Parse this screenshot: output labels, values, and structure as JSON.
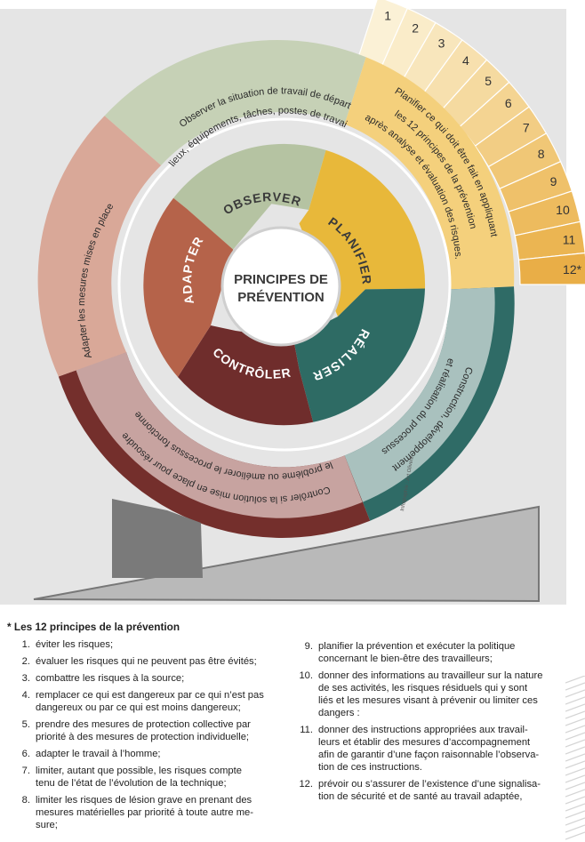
{
  "diagram": {
    "center_lines": [
      "PRINCIPES DE",
      "PRÉVENTION"
    ],
    "inner_segments": {
      "observer": "OBSERVER",
      "planifier": "PLANIFIER",
      "realiser": "RÉALISER",
      "controler": "CONTRÔLER",
      "adapter": "ADAPTER"
    },
    "outer_segments": {
      "observer_l1": "Observer la situation de travail de départ",
      "observer_l2": "(lieux, équipements, tâches, postes de travail, ...).",
      "planifier_l1": "Planifier ce qui doit être fait en appliquant",
      "planifier_l2": "les 12 principes de la prévention",
      "planifier_l3": "après analyse et évaluation des risques.",
      "realiser_l1": "Construction, développement",
      "realiser_l2": "et réalisation du processus",
      "controler_l1": "Contrôler si la solution mise en place pour résoudre",
      "controler_l2": "le problème ou améliorer le processus fonctionne",
      "adapter_l1": "Adapter les mesures mises en place"
    },
    "fan_numbers": [
      "1",
      "2",
      "3",
      "4",
      "5",
      "6",
      "7",
      "8",
      "9",
      "10",
      "11",
      "12*"
    ],
    "credit": "Infographie : Art Olivetti",
    "colors": {
      "observer": "#b5c3a2",
      "planifier": "#e8b83a",
      "realiser": "#2e6b64",
      "controler": "#6f2d2c",
      "adapter": "#b5634a",
      "ring_observer": "#c6d1b6",
      "ring_planifier": "#f4d07c",
      "ring_realiser_light": "#a9c1be",
      "ring_realiser_dark": "#2f6b66",
      "ring_controler_light": "#c7a3a0",
      "ring_controler_dark": "#742f2c",
      "ring_adapter": "#d9a898",
      "background": "#e5e5e5"
    }
  },
  "legend": {
    "title": "* Les 12 principes de la prévention",
    "items": [
      {
        "num": "1.",
        "lines": [
          "éviter les risques;"
        ]
      },
      {
        "num": "2.",
        "lines": [
          "évaluer les risques qui ne peuvent pas être évités;"
        ]
      },
      {
        "num": "3.",
        "lines": [
          "combattre les risques à la source;"
        ]
      },
      {
        "num": "4.",
        "lines": [
          "remplacer ce qui est dangereux par ce qui n’est pas",
          "dangereux ou par ce qui est moins dangereux;"
        ]
      },
      {
        "num": "5.",
        "lines": [
          "prendre des mesures de protection collective par",
          "priorité à des mesures de protection individuelle;"
        ]
      },
      {
        "num": "6.",
        "lines": [
          "adapter le travail à l’homme;"
        ]
      },
      {
        "num": "7.",
        "lines": [
          "limiter, autant que possible, les risques compte",
          "tenu de l’état de l’évolution de la technique;"
        ]
      },
      {
        "num": "8.",
        "lines": [
          "limiter les risques de lésion grave en prenant des",
          "mesures matérielles par priorité à toute autre me-",
          "sure;"
        ]
      },
      {
        "num": "9.",
        "lines": [
          "planifier la prévention et exécuter la politique",
          "concernant le bien-être des travailleurs;"
        ]
      },
      {
        "num": "10.",
        "lines": [
          "donner des informations au travailleur sur la nature",
          "de ses activités, les risques résiduels qui y sont",
          "liés et les mesures visant à prévenir ou limiter ces",
          "dangers :"
        ]
      },
      {
        "num": "11.",
        "lines": [
          "donner des instructions appropriées aux travail-",
          "leurs et établir des mesures d’accompagnement",
          "afin de garantir d’une façon raisonnable l’observa-",
          "tion de ces instructions."
        ]
      },
      {
        "num": "12.",
        "lines": [
          "prévoir ou s’assurer de l’existence d’une signalisa-",
          "tion de sécurité et de santé au travail adaptée,"
        ]
      }
    ]
  }
}
